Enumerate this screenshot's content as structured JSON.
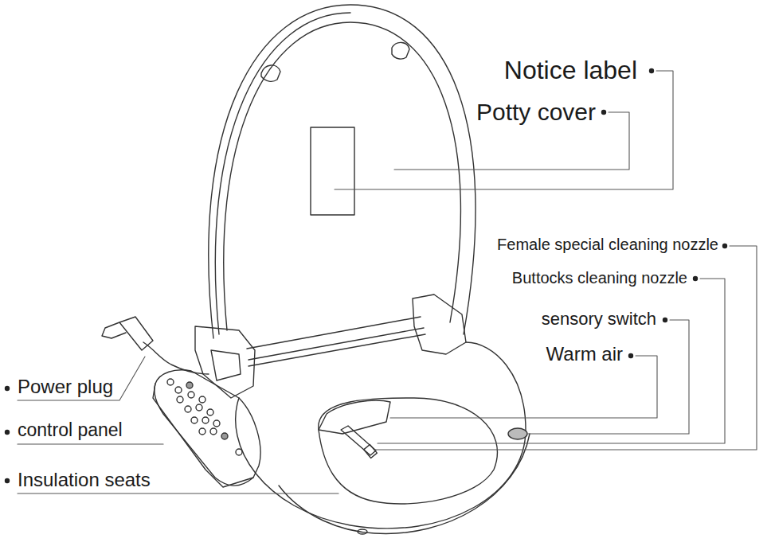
{
  "diagram": {
    "labels": [
      "Notice label",
      "Potty cover",
      "Female special cleaning nozzle",
      "Buttocks cleaning nozzle",
      "sensory switch",
      "Warm air",
      "Power plug",
      "control panel",
      "Insulation seats"
    ]
  }
}
